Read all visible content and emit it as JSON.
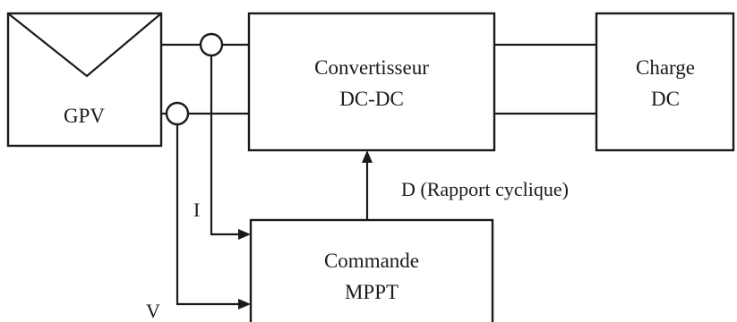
{
  "blocks": {
    "gpv": {
      "label": "GPV"
    },
    "converter": {
      "line1": "Convertisseur",
      "line2": "DC-DC"
    },
    "load": {
      "line1": "Charge",
      "line2": "DC"
    },
    "mppt": {
      "line1": "Commande",
      "line2": "MPPT"
    }
  },
  "signals": {
    "duty_cycle": "D (Rapport cyclique)",
    "current": "I",
    "voltage": "V"
  },
  "colors": {
    "line": "#1a1a1a",
    "background": "#ffffff"
  }
}
